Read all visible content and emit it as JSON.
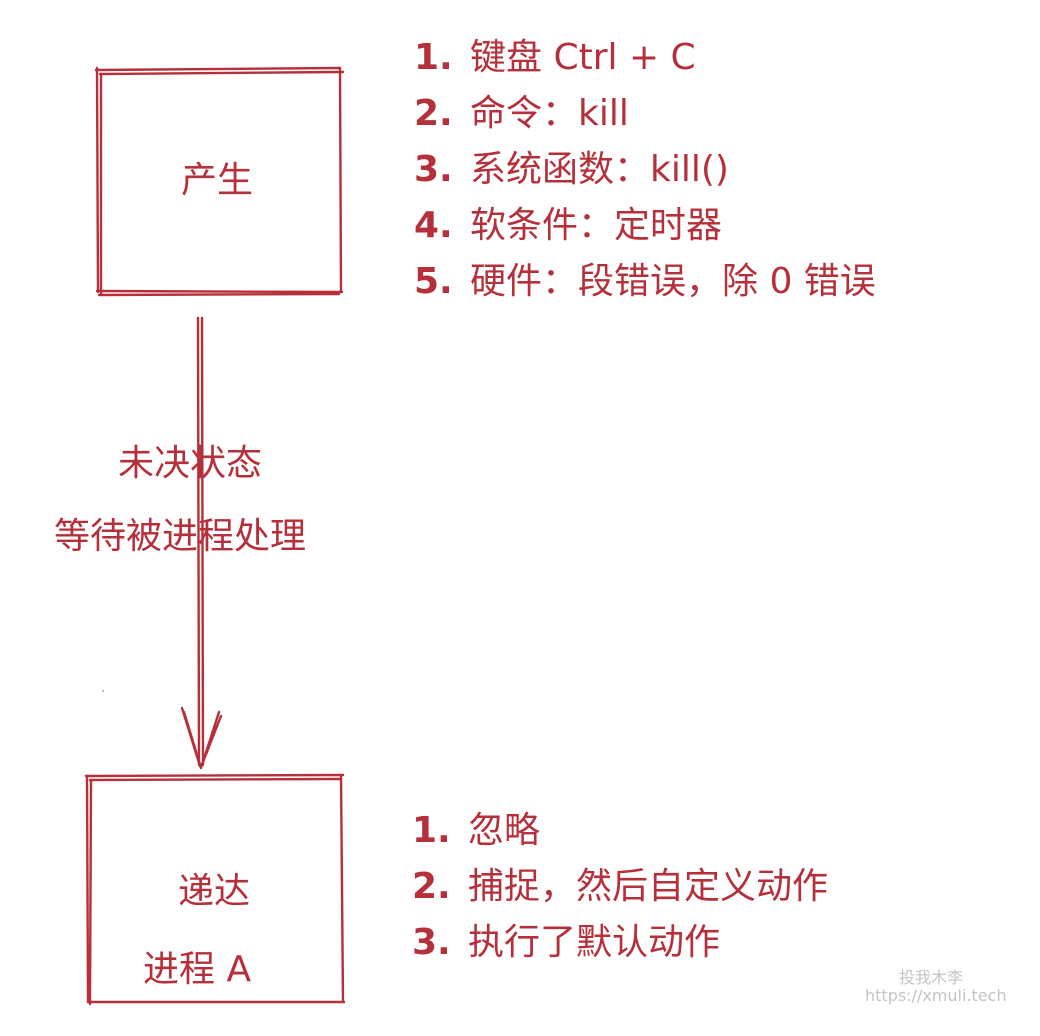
{
  "colors": {
    "ink": "#b5303a",
    "watermark": "#c4c4c4",
    "background": "#ffffff"
  },
  "top_box": {
    "label": "产生"
  },
  "bottom_box": {
    "label": "递达",
    "sublabel": "进程 A"
  },
  "edge": {
    "line1": "未决状态",
    "line2": "等待被进程处理"
  },
  "generation_sources": [
    {
      "num": "1.",
      "text": "键盘 Ctrl + C"
    },
    {
      "num": "2.",
      "text": "命令：kill"
    },
    {
      "num": "3.",
      "text": "系统函数：kill()"
    },
    {
      "num": "4.",
      "text": "软条件：定时器"
    },
    {
      "num": "5.",
      "text": "硬件：段错误，除 0 错误"
    }
  ],
  "delivery_actions": [
    {
      "num": "1.",
      "text": "忽略"
    },
    {
      "num": "2.",
      "text": "捕捉，然后自定义动作"
    },
    {
      "num": "3.",
      "text": "执行了默认动作"
    }
  ],
  "watermark": {
    "line1": "投我木李",
    "line2": "https://xmuli.tech"
  }
}
